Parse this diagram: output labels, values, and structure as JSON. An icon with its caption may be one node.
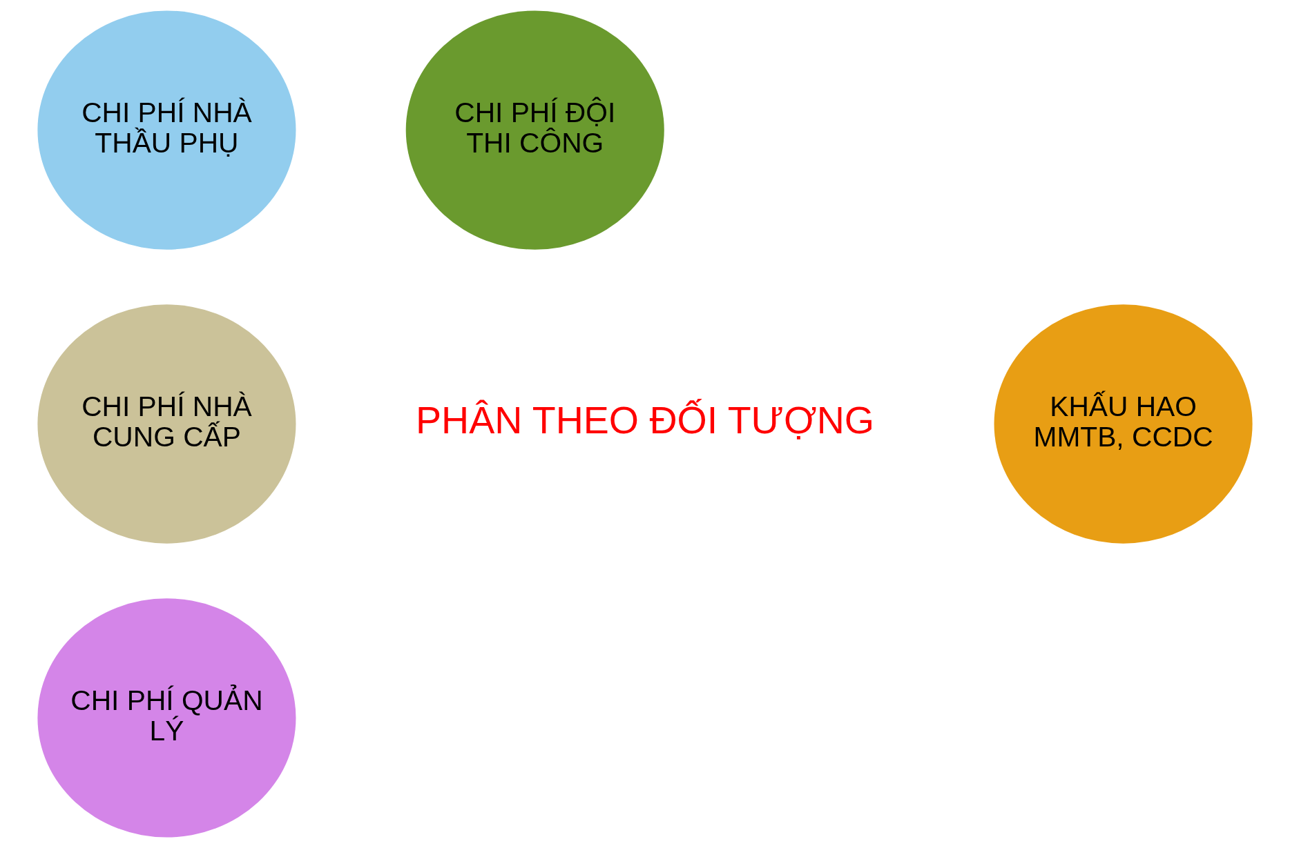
{
  "diagram": {
    "nodes": [
      {
        "text": [
          "CHI PHÍ NHÀ THẦU PHỤ"
        ]
      },
      {
        "text": [
          "CHI PHÍ ĐỘI THI CÔNG"
        ]
      },
      {
        "text": [
          "CHI PHÍ NHÀ CUNG CẤP"
        ]
      },
      {
        "text": [
          "KHẤU HAO MMTB, CCDC"
        ]
      },
      {
        "text": [
          "CHI PHÍ QUẢN LÝ"
        ]
      }
    ],
    "edges": [],
    "labels": [
      "PHÂN THEO ĐỐI TƯỢNG"
    ]
  }
}
